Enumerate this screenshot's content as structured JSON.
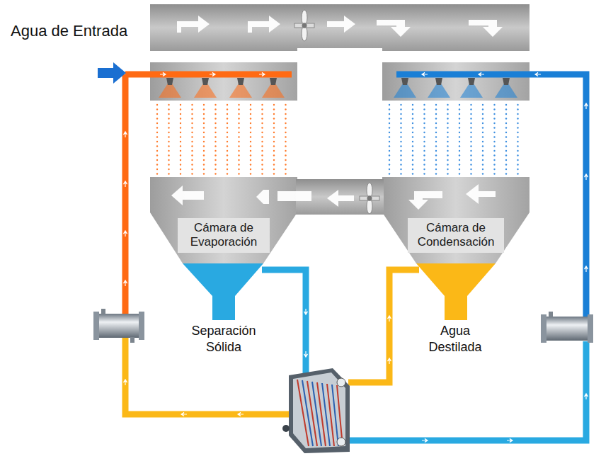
{
  "diagram": {
    "nodes": [
      {
        "text": [
          "Cámara de Evaporación"
        ]
      },
      {
        "text": [
          "Cámara de Condensación"
        ]
      }
    ],
    "labels": [
      "Agua de Entrada",
      "Separación Sólida",
      "Agua Destilada"
    ]
  }
}
